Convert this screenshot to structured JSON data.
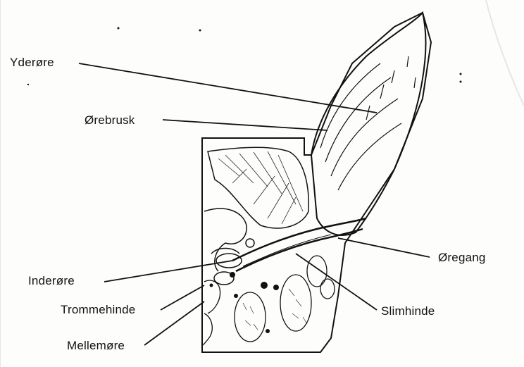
{
  "labels": {
    "yderore": "Yderøre",
    "orebrusk": "Ørebrusk",
    "inderore": "Inderøre",
    "trommehinde": "Trommehinde",
    "mellemore": "Mellemøre",
    "oregang": "Øregang",
    "slimhinde": "Slimhinde"
  },
  "colors": {
    "paper": "#fdfdfb",
    "ink": "#111111"
  }
}
